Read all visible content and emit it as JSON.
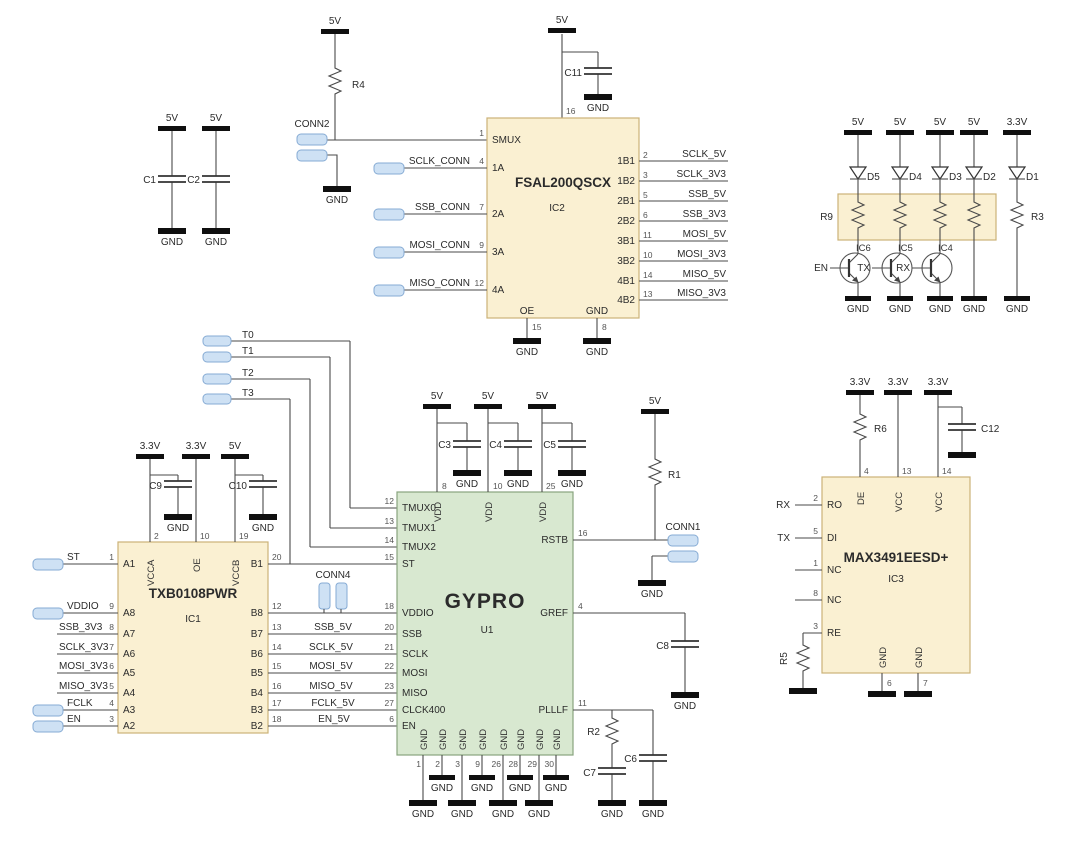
{
  "power": {
    "v5": "5V",
    "v33": "3.3V",
    "gnd": "GND"
  },
  "colors": {
    "ic_fill": "#FAF0D2",
    "ic_border": "#CBB277",
    "mcu_fill": "#D8E8D0",
    "mcu_border": "#88A47E",
    "pad_fill": "#CEE1F4",
    "pad_border": "#86ABD4",
    "wire": "#4a4a4a"
  },
  "caps": {
    "c1": "C1",
    "c2": "C2",
    "c3": "C3",
    "c4": "C4",
    "c5": "C5",
    "c6": "C6",
    "c7": "C7",
    "c8": "C8",
    "c9": "C9",
    "c10": "C10",
    "c11": "C11",
    "c12": "C12"
  },
  "res": {
    "r1": "R1",
    "r2": "R2",
    "r3": "R3",
    "r4": "R4",
    "r5": "R5",
    "r6": "R6",
    "r9": "R9"
  },
  "diodes": {
    "d1": "D1",
    "d2": "D2",
    "d3": "D3",
    "d4": "D4",
    "d5": "D5"
  },
  "tr": {
    "ic4": {
      "ref": "IC4",
      "sig": "RX"
    },
    "ic5": {
      "ref": "IC5",
      "sig": "TX"
    },
    "ic6": {
      "ref": "IC6",
      "sig": "EN"
    }
  },
  "conns": {
    "conn1": "CONN1",
    "conn2": "CONN2",
    "conn4": "CONN4"
  },
  "tps": {
    "t0": "T0",
    "t1": "T1",
    "t2": "T2",
    "t3": "T3"
  },
  "ic2": {
    "name": "FSAL200QSCX",
    "ref": "IC2",
    "top_pin": "16",
    "left": [
      {
        "num": "1",
        "name": "SMUX",
        "net": ""
      },
      {
        "num": "4",
        "name": "1A",
        "net": "SCLK_CONN"
      },
      {
        "num": "7",
        "name": "2A",
        "net": "SSB_CONN"
      },
      {
        "num": "9",
        "name": "3A",
        "net": "MOSI_CONN"
      },
      {
        "num": "12",
        "name": "4A",
        "net": "MISO_CONN"
      }
    ],
    "right": [
      {
        "num": "2",
        "name": "1B1",
        "net": "SCLK_5V"
      },
      {
        "num": "3",
        "name": "1B2",
        "net": "SCLK_3V3"
      },
      {
        "num": "5",
        "name": "2B1",
        "net": "SSB_5V"
      },
      {
        "num": "6",
        "name": "2B2",
        "net": "SSB_3V3"
      },
      {
        "num": "11",
        "name": "3B1",
        "net": "MOSI_5V"
      },
      {
        "num": "10",
        "name": "3B2",
        "net": "MOSI_3V3"
      },
      {
        "num": "14",
        "name": "4B1",
        "net": "MISO_5V"
      },
      {
        "num": "13",
        "name": "4B2",
        "net": "MISO_3V3"
      }
    ],
    "bottom": [
      {
        "num": "15",
        "name": "OE"
      },
      {
        "num": "8",
        "name": "GND"
      }
    ]
  },
  "ic1": {
    "name": "TXB0108PWR",
    "ref": "IC1",
    "top": [
      {
        "num": "2",
        "name": "VCCA",
        "rail": "3.3V"
      },
      {
        "num": "10",
        "name": "OE",
        "rail": "3.3V"
      },
      {
        "num": "19",
        "name": "VCCB",
        "rail": "5V"
      }
    ],
    "left": [
      {
        "num": "1",
        "name": "A1",
        "net": "ST"
      },
      {
        "num": "9",
        "name": "A8",
        "net": "VDDIO"
      },
      {
        "num": "8",
        "name": "A7",
        "net": "SSB_3V3"
      },
      {
        "num": "7",
        "name": "A6",
        "net": "SCLK_3V3"
      },
      {
        "num": "6",
        "name": "A5",
        "net": "MOSI_3V3"
      },
      {
        "num": "5",
        "name": "A4",
        "net": "MISO_3V3"
      },
      {
        "num": "4",
        "name": "A3",
        "net": "FCLK"
      },
      {
        "num": "3",
        "name": "A2",
        "net": "EN"
      }
    ],
    "right": [
      {
        "num": "20",
        "name": "B1",
        "net": ""
      },
      {
        "num": "12",
        "name": "B8",
        "net": ""
      },
      {
        "num": "13",
        "name": "B7",
        "net": "SSB_5V"
      },
      {
        "num": "14",
        "name": "B6",
        "net": "SCLK_5V"
      },
      {
        "num": "15",
        "name": "B5",
        "net": "MOSI_5V"
      },
      {
        "num": "16",
        "name": "B4",
        "net": "MISO_5V"
      },
      {
        "num": "17",
        "name": "B3",
        "net": "FCLK_5V"
      },
      {
        "num": "18",
        "name": "B2",
        "net": "EN_5V"
      }
    ]
  },
  "u1": {
    "name": "GYPRO",
    "ref": "U1",
    "left": [
      {
        "num": "12",
        "name": "TMUX0"
      },
      {
        "num": "13",
        "name": "TMUX1"
      },
      {
        "num": "14",
        "name": "TMUX2"
      },
      {
        "num": "15",
        "name": "ST"
      },
      {
        "num": "18",
        "name": "VDDIO"
      },
      {
        "num": "20",
        "name": "SSB"
      },
      {
        "num": "21",
        "name": "SCLK"
      },
      {
        "num": "22",
        "name": "MOSI"
      },
      {
        "num": "23",
        "name": "MISO"
      },
      {
        "num": "27",
        "name": "CLCK400"
      },
      {
        "num": "6",
        "name": "EN"
      }
    ],
    "top": [
      {
        "num": "8",
        "name": "VDD",
        "rail": "5V"
      },
      {
        "num": "10",
        "name": "VDD",
        "rail": "5V"
      },
      {
        "num": "25",
        "name": "VDD",
        "rail": "5V"
      }
    ],
    "right": [
      {
        "num": "16",
        "name": "RSTB"
      },
      {
        "num": "4",
        "name": "GREF"
      },
      {
        "num": "11",
        "name": "PLLLF"
      }
    ],
    "bottom": [
      {
        "num": "1",
        "name": "GND"
      },
      {
        "num": "2",
        "name": "GND"
      },
      {
        "num": "3",
        "name": "GND"
      },
      {
        "num": "9",
        "name": "GND"
      },
      {
        "num": "26",
        "name": "GND"
      },
      {
        "num": "28",
        "name": "GND"
      },
      {
        "num": "29",
        "name": "GND"
      },
      {
        "num": "30",
        "name": "GND"
      }
    ]
  },
  "ic3": {
    "name": "MAX3491EESD+",
    "ref": "IC3",
    "top": [
      {
        "num": "4",
        "name": "DE",
        "rail": "3.3V"
      },
      {
        "num": "13",
        "name": "VCC",
        "rail": "3.3V"
      },
      {
        "num": "14",
        "name": "VCC",
        "rail": "3.3V"
      }
    ],
    "left": [
      {
        "num": "2",
        "name": "RO",
        "net": "RX"
      },
      {
        "num": "5",
        "name": "DI",
        "net": "TX"
      },
      {
        "num": "1",
        "name": "NC",
        "net": ""
      },
      {
        "num": "8",
        "name": "NC",
        "net": ""
      },
      {
        "num": "3",
        "name": "RE",
        "net": ""
      }
    ],
    "bottom": [
      {
        "num": "6",
        "name": "GND"
      },
      {
        "num": "7",
        "name": "GND"
      }
    ]
  }
}
